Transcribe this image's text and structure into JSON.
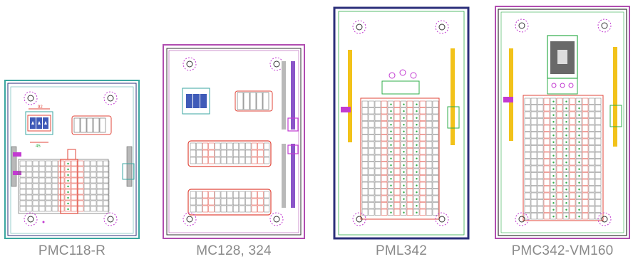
{
  "panels": [
    {
      "caption": "PMC118-R",
      "dimension_top": "92",
      "dimension_bottom": "45"
    },
    {
      "caption": "MC128, 324"
    },
    {
      "caption": "PML342"
    },
    {
      "caption": "PMC342-VM160"
    }
  ],
  "colors": {
    "frame_navy": "#2b2f7a",
    "frame_teal": "#3aa6a0",
    "frame_magenta": "#b04db0",
    "breaker_red": "#e0463a",
    "breaker_grey": "#b9b9b9",
    "blue_breaker": "#3f5bb8",
    "busbar_yellow": "#f2c21a",
    "rail_purple": "#8b55c9",
    "green_bus": "#2fae4a",
    "mount_hole_pink": "#c23ad1"
  }
}
